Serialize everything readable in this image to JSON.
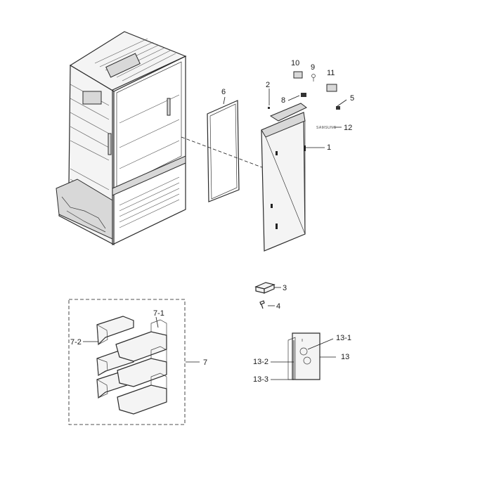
{
  "diagram": {
    "callouts": [
      {
        "id": "c1",
        "text": "1"
      },
      {
        "id": "c2",
        "text": "2"
      },
      {
        "id": "c3",
        "text": "3"
      },
      {
        "id": "c4",
        "text": "4"
      },
      {
        "id": "c5",
        "text": "5"
      },
      {
        "id": "c6",
        "text": "6"
      },
      {
        "id": "c7",
        "text": "7"
      },
      {
        "id": "c7_1",
        "text": "7-1"
      },
      {
        "id": "c7_2",
        "text": "7-2"
      },
      {
        "id": "c8",
        "text": "8"
      },
      {
        "id": "c9",
        "text": "9"
      },
      {
        "id": "c10",
        "text": "10"
      },
      {
        "id": "c11",
        "text": "11"
      },
      {
        "id": "c12",
        "text": "12"
      },
      {
        "id": "c13",
        "text": "13"
      },
      {
        "id": "c13_1",
        "text": "13-1"
      },
      {
        "id": "c13_2",
        "text": "13-2"
      },
      {
        "id": "c13_3",
        "text": "13-3"
      }
    ],
    "assembly_dash_3": "—3",
    "assembly_dash_4": "—4",
    "logo_text": "SAMSUNG"
  }
}
